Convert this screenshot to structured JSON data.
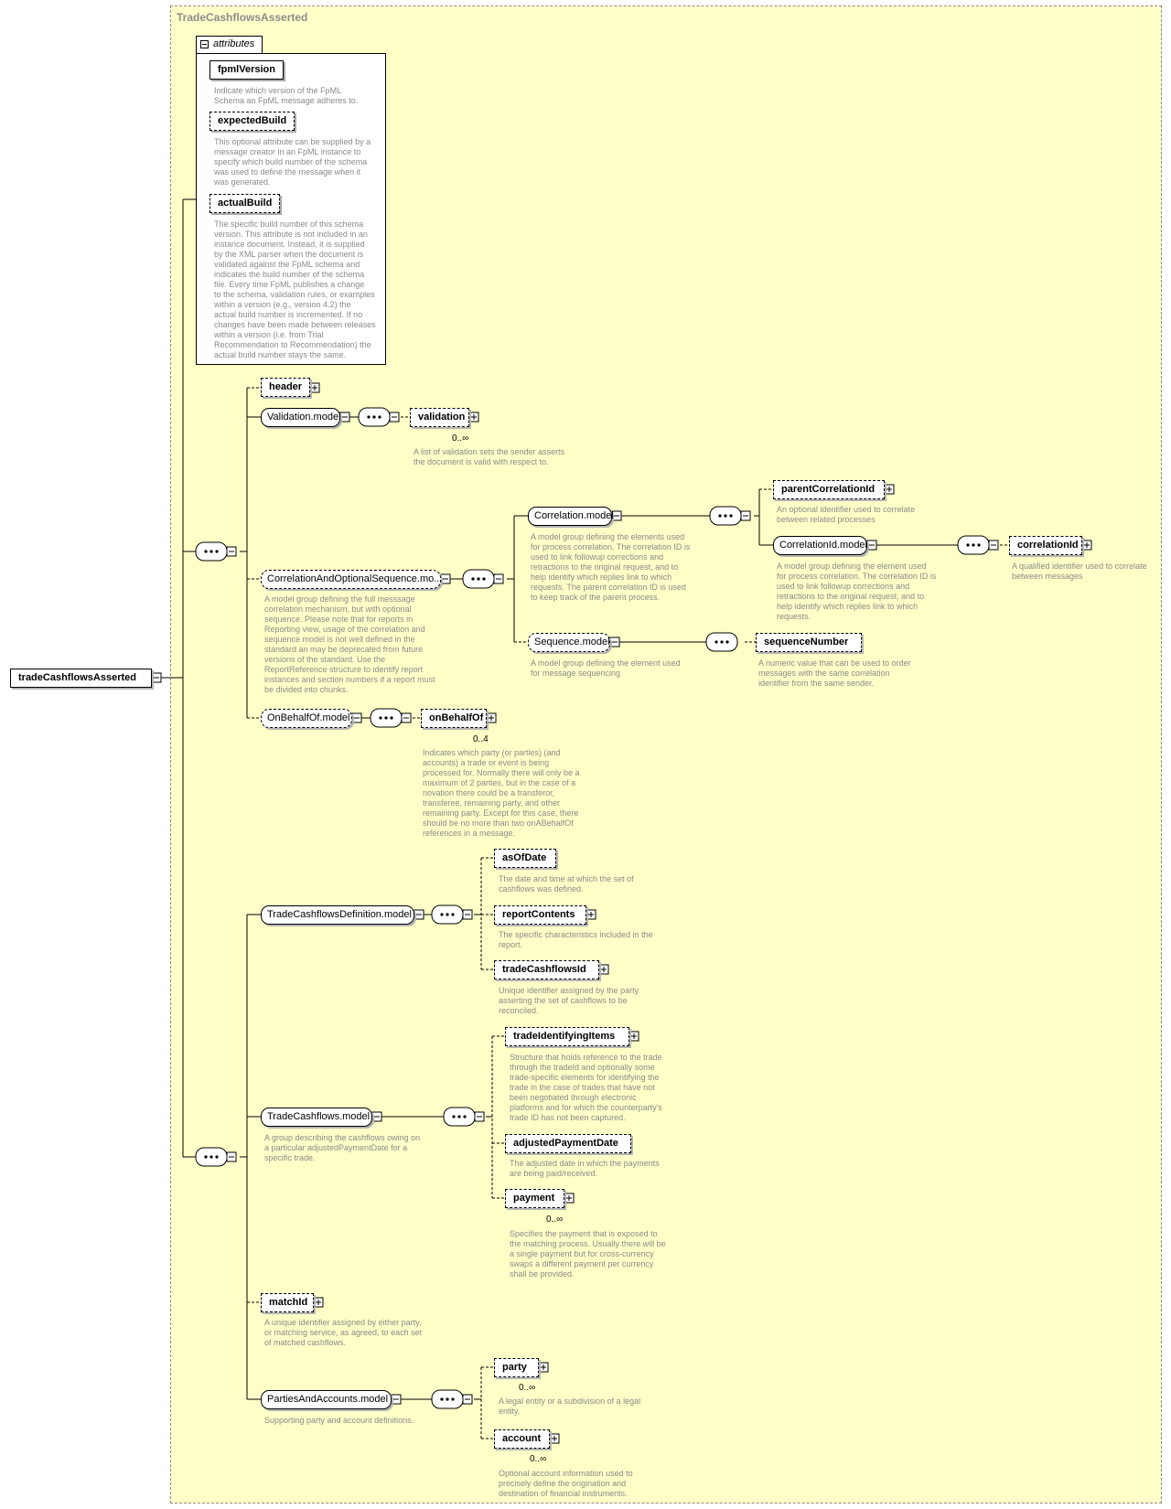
{
  "frame_title": "TradeCashflowsAsserted",
  "root": {
    "label": "tradeCashflowsAsserted"
  },
  "attributes": {
    "tab_label": "attributes",
    "items": [
      {
        "name": "fpmlVersion",
        "doc": "Indicate which version of the FpML\nSchema an FpML message adheres to."
      },
      {
        "name": "expectedBuild",
        "doc": "This optional attribute can be supplied by a\nmessage creator in an FpML instance to\nspecify which build number of the schema\nwas used to define the message when it\nwas generated."
      },
      {
        "name": "actualBuild",
        "doc": "The specific build number of this schema\nversion. This attribute is not included in an\ninstance document. Instead, it is supplied\nby the XML parser when the document is\nvalidated against the FpML schema and\nindicates the build number of the schema\nfile. Every time FpML publishes a change\nto the schema, validation rules, or examples\nwithin a version (e.g., version 4.2) the\nactual build number is incremented. If no\nchanges have been made between releases\nwithin a version (i.e. from Trial\nRecommendation to Recommendation) the\nactual build number stays the same."
      }
    ]
  },
  "nodes": {
    "header": {
      "label": "header"
    },
    "validation_model": {
      "label": "Validation.model"
    },
    "validation": {
      "label": "validation",
      "card": "0..∞",
      "doc": "A list of validation sets the sender asserts\nthe document is valid with respect to."
    },
    "corr_opt_seq": {
      "label": "CorrelationAndOptionalSequence.mo...",
      "doc": "A model group defining the full messsage\ncorrelation mechanism, but with optional\nsequence. Please note that for reports in\nReporting view, usage of the correlation and\nsequence model is not well defined in the\nstandard an may be deprecated from future\nversions of the standard. Use the\nReportReference structure to identify report\ninstances and section numbers if a report must\nbe divided into chunks."
    },
    "correlation_model": {
      "label": "Correlation.model",
      "doc": "A model group defining the elements used\nfor process correlation. The correlation ID is\nused to link followup corrections and\nretractions to the original request, and to\nhelp identify which replies link to which\nrequests. The parent correlation ID is used\nto keep track of the parent process."
    },
    "parent_corr_id": {
      "label": "parentCorrelationId",
      "doc": "An optional identifier used to correlate\nbetween related processes"
    },
    "correlation_id_model": {
      "label": "CorrelationId.model",
      "doc": "A model group defining the element used\nfor process correlation. The correlation ID is\nused to link followup corrections and\nretractions to the original request, and to\nhelp identify which replies link to which\nrequests."
    },
    "correlation_id": {
      "label": "correlationId",
      "doc": "A qualified identifier used to correlate\nbetween messages"
    },
    "sequence_model": {
      "label": "Sequence.model",
      "doc": "A model group defining the element used\nfor message sequencing"
    },
    "sequence_number": {
      "label": "sequenceNumber",
      "doc": "A numeric value that can be used to order\nmessages with the same correlation\nidentifier from the same sender."
    },
    "on_behalf_of_model": {
      "label": "OnBehalfOf.model"
    },
    "on_behalf_of": {
      "label": "onBehalfOf",
      "card": "0..4",
      "doc": "Indicates which party (or parties) (and\naccounts) a trade or event is being\nprocessed for. Normally there will only be a\nmaximum of 2 parties, but in the case of a\nnovation there could be a transferor,\ntransferee, remaining party, and other\nremaining party. Except for this case, there\nshould be no more than two onABehalfOf\nreferences in a message."
    },
    "tcf_def_model": {
      "label": "TradeCashflowsDefinition.model"
    },
    "as_of_date": {
      "label": "asOfDate",
      "doc": "The date and time at which the set of\ncashflows was defined."
    },
    "report_contents": {
      "label": "reportContents",
      "doc": "The specific characteristics included in the\nreport."
    },
    "trade_cashflows_id": {
      "label": "tradeCashflowsId",
      "doc": "Unique identifier assigned by the party\nasserting the set of cashflows to be\nreconciled."
    },
    "trade_cashflows_model": {
      "label": "TradeCashflows.model",
      "doc": "A group describing the cashflows owing on\na particular adjustedPaymentDate for a\nspecific trade."
    },
    "trade_identifying_items": {
      "label": "tradeIdentifyingItems",
      "doc": "Structure that holds reference to the trade\nthrough the tradeId and optionally some\ntrade-specific elements for identifying the\ntrade in the case of trades that have not\nbeen negotiated through electronic\nplatforms and for which the counterparty's\ntrade ID has not been captured."
    },
    "adjusted_payment_date": {
      "label": "adjustedPaymentDate",
      "doc": "The adjusted date in which the payments\nare being paid/received."
    },
    "payment": {
      "label": "payment",
      "card": "0..∞",
      "doc": "Specifies the payment that is exposed to\nthe matching process. Usually there will be\na single payment but for cross-currency\nswaps a different payment per currency\nshall be provided."
    },
    "match_id": {
      "label": "matchId",
      "doc": "A unique identifier assigned by either party,\nor matching service, as agreed, to each set\nof matched cashflows."
    },
    "parties_accounts_model": {
      "label": "PartiesAndAccounts.model",
      "doc": "Supporting party and account definitions."
    },
    "party": {
      "label": "party",
      "card": "0..∞",
      "doc": "A legal entity or a subdivision of a legal\nentity."
    },
    "account": {
      "label": "account",
      "card": "0..∞",
      "doc": "Optional account information used to\nprecisely define the origination and\ndestination of financial instruments."
    }
  }
}
